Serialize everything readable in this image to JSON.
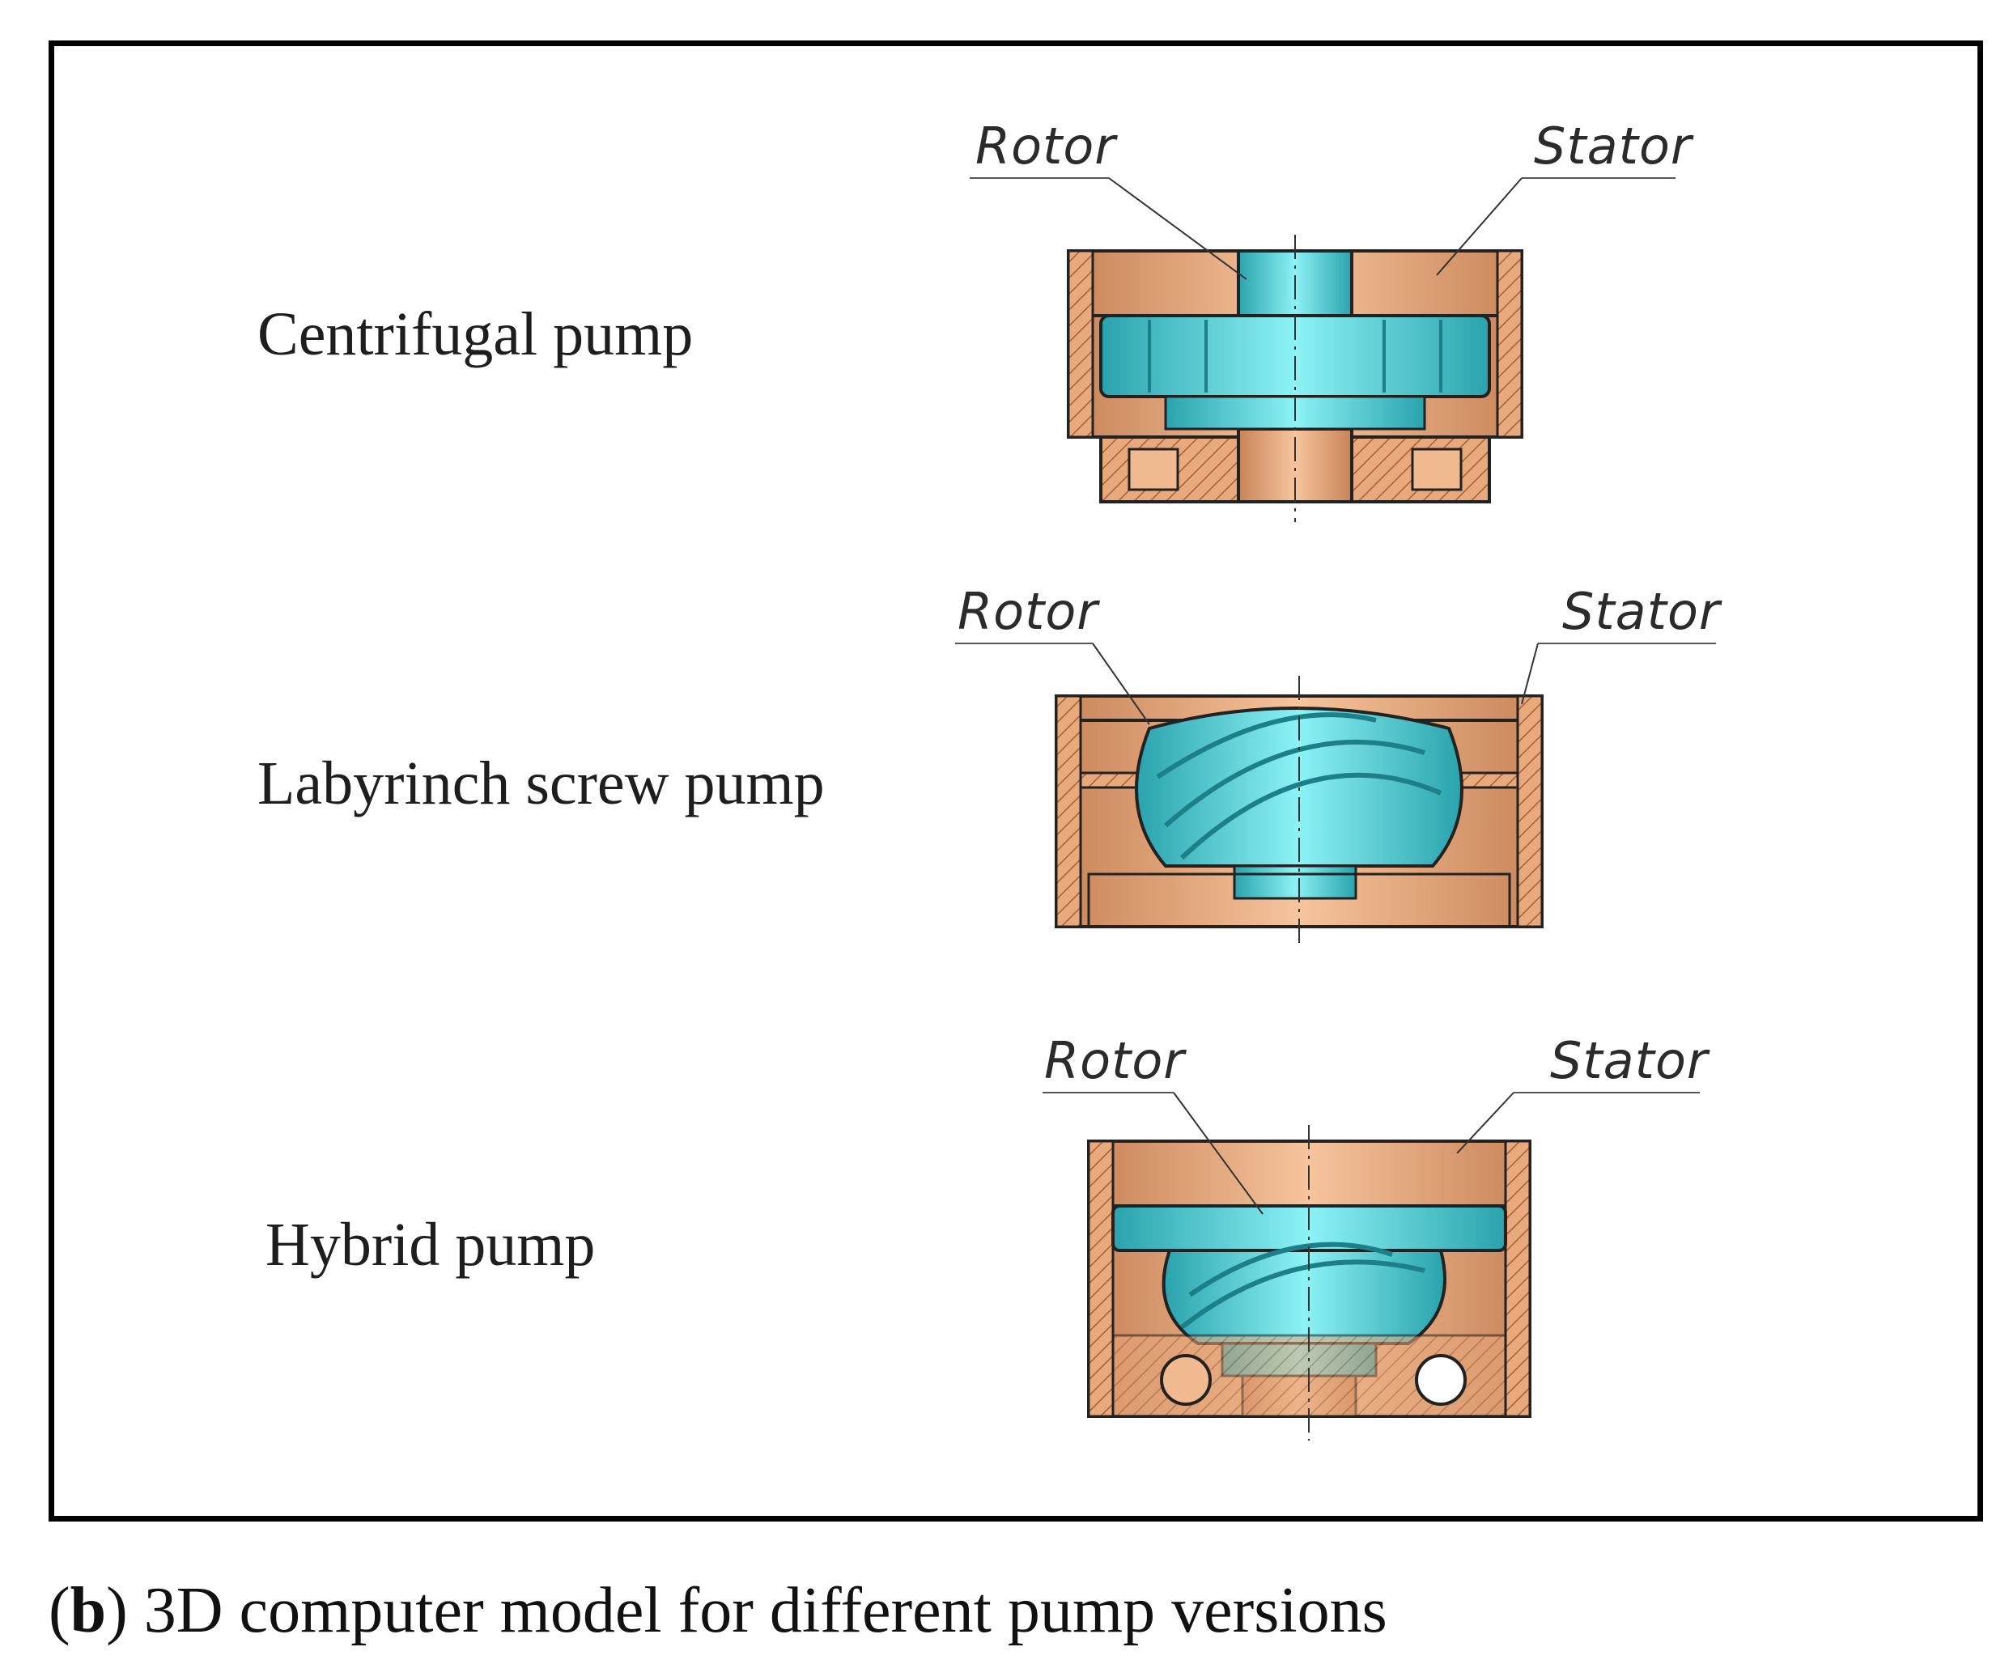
{
  "pumps": [
    {
      "label": "Centrifugal pump",
      "rotor_label": "Rotor",
      "stator_label": "Stator"
    },
    {
      "label": "Labyrinch screw pump",
      "rotor_label": "Rotor",
      "stator_label": "Stator"
    },
    {
      "label": "Hybrid pump",
      "rotor_label": "Rotor",
      "stator_label": "Stator"
    }
  ],
  "caption": {
    "letter": "b",
    "text": "3D computer model for different pump versions"
  },
  "colors": {
    "stator": "#e8a97d",
    "stator_dark": "#b8704a",
    "rotor": "#5fe0e6",
    "rotor_dark": "#2aa3ad",
    "frame": "#000000"
  }
}
